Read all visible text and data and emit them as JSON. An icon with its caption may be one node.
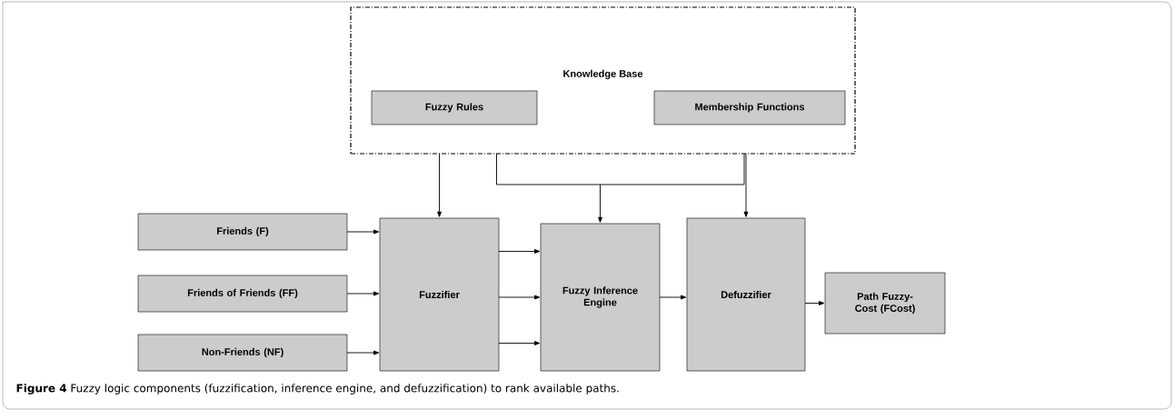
{
  "diagram": {
    "nodes": [
      {
        "text": [
          "Knowledge Base"
        ]
      },
      {
        "text": [
          "Fuzzy Rules"
        ],
        "in": 0
      },
      {
        "text": [
          "Membership Functions"
        ],
        "in": 0
      },
      {
        "text": [
          "Friends (F)"
        ]
      },
      {
        "text": [
          "Friends of Friends (FF)"
        ]
      },
      {
        "text": [
          "Non-Friends (NF)"
        ]
      },
      {
        "text": [
          "Fuzzifier"
        ]
      },
      {
        "text": [
          "Fuzzy Inference Engine"
        ]
      },
      {
        "text": [
          "Defuzzifier"
        ]
      },
      {
        "text": [
          "Path Fuzzy-Cost (FCost)"
        ]
      }
    ],
    "edges": [
      {
        "from": 0,
        "to": 6,
        "arrow": "to"
      },
      {
        "from": 0,
        "to": 7,
        "arrow": "to"
      },
      {
        "from": 0,
        "to": 8,
        "arrow": "to"
      },
      {
        "from": 3,
        "to": 6,
        "arrow": "to"
      },
      {
        "from": 4,
        "to": 6,
        "arrow": "to"
      },
      {
        "from": 5,
        "to": 6,
        "arrow": "to"
      },
      {
        "from": 6,
        "to": 7,
        "arrow": "to"
      },
      {
        "from": 6,
        "to": 7,
        "arrow": "to"
      },
      {
        "from": 6,
        "to": 7,
        "arrow": "to"
      },
      {
        "from": 7,
        "to": 8,
        "arrow": "to"
      },
      {
        "from": 8,
        "to": 9,
        "arrow": "to"
      }
    ],
    "caption": "**Figure 4** Fuzzy logic components (fuzzification, inference engine, and defuzzification) to rank available paths."
  }
}
